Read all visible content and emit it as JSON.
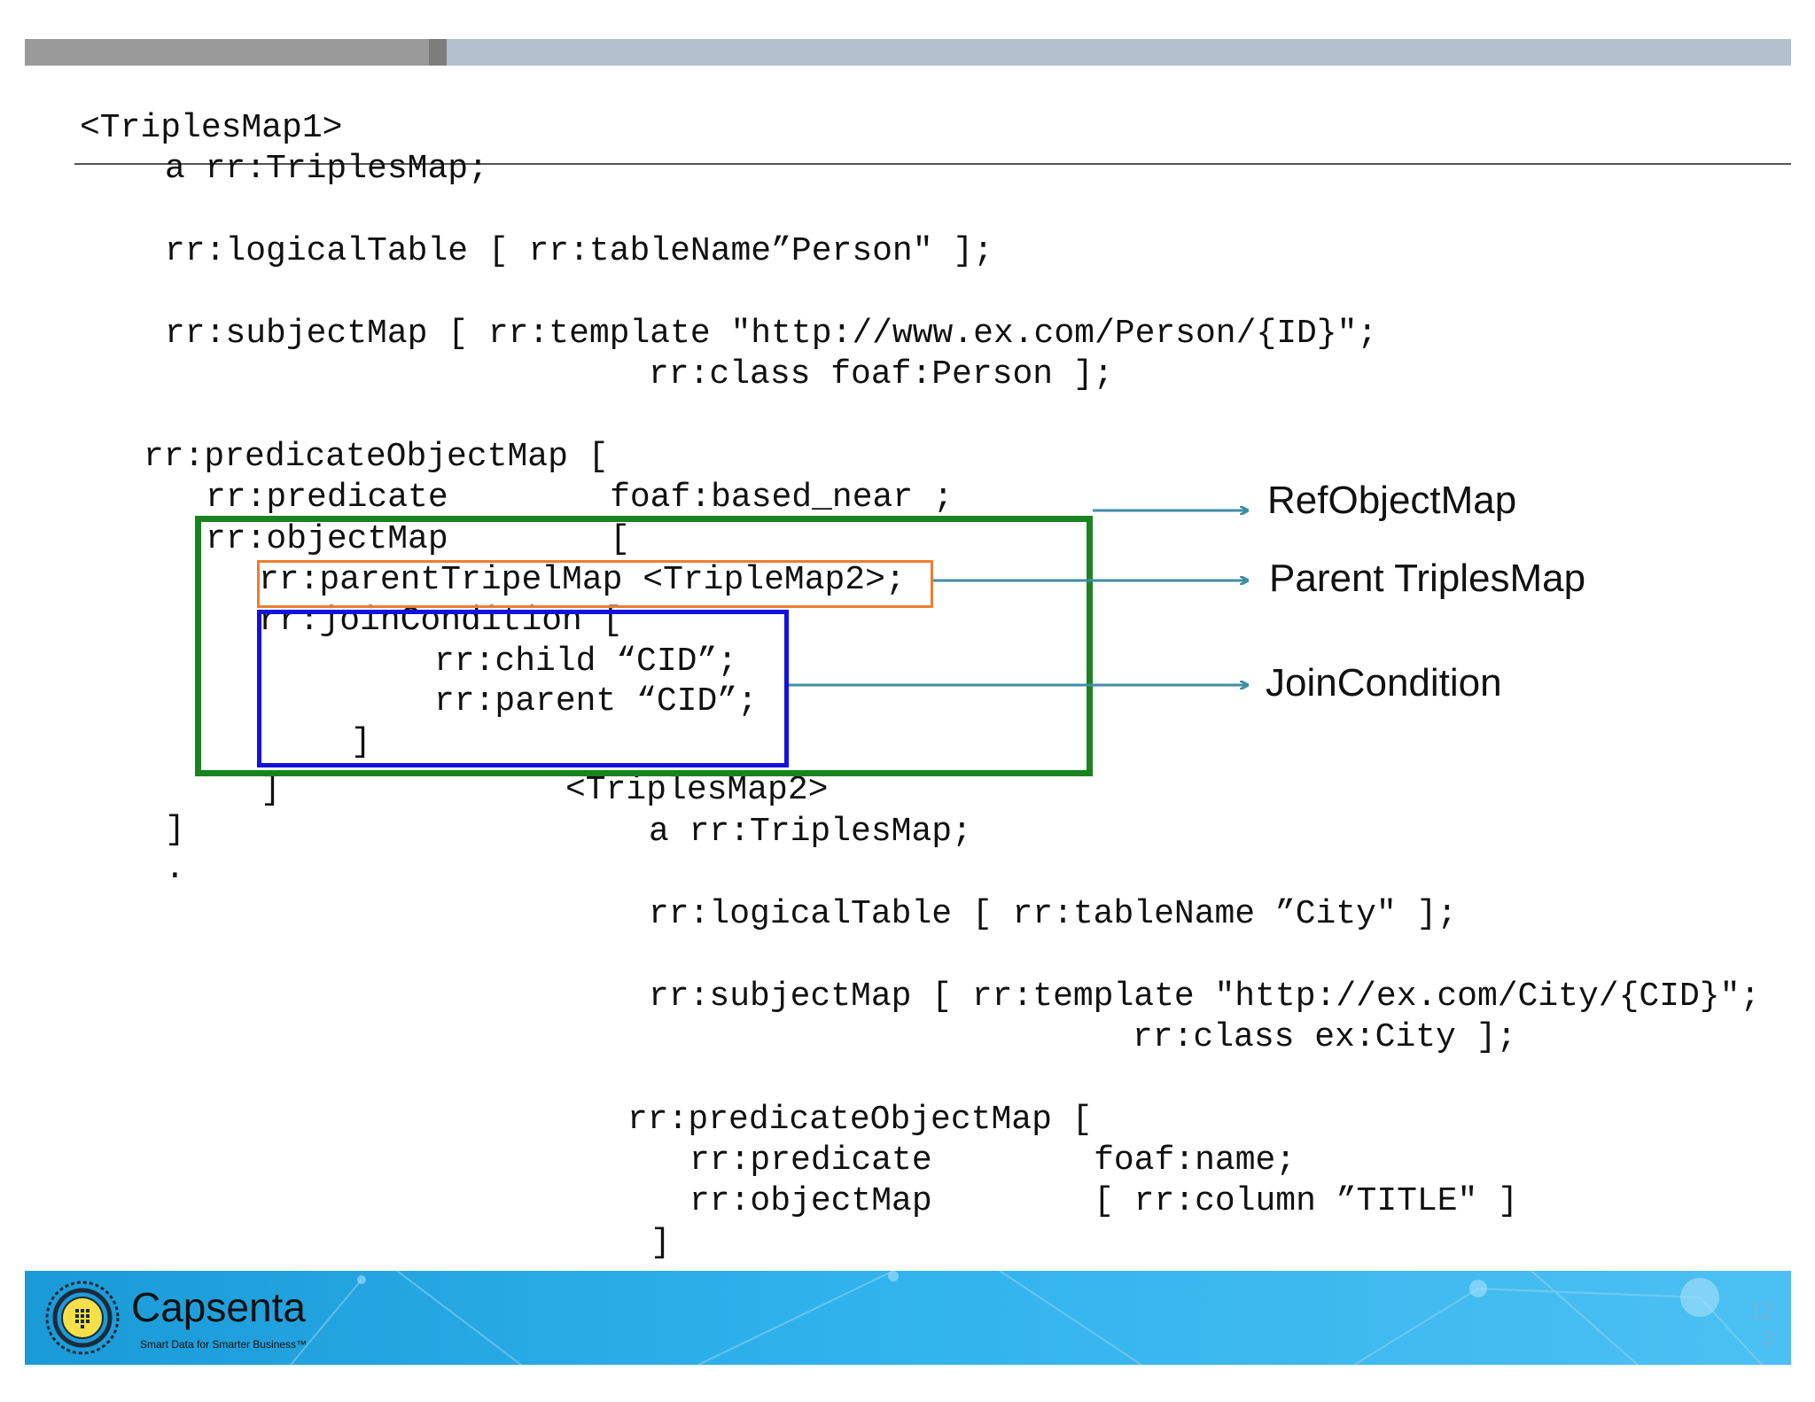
{
  "code_lines": [
    "<TriplesMap1>",
    "a rr:TriplesMap;",
    "rr:logicalTable [ rr:tableName”Person\" ];",
    "rr:subjectMap [ rr:template \"http://www.ex.com/Person/{ID}\";",
    "rr:class foaf:Person ];",
    "rr:predicateObjectMap [",
    "rr:predicate        foaf:based_near ;",
    "rr:objectMap        [",
    "rr:parentTripelMap <TripleMap2>;",
    "rr:joinCondition [",
    "rr:child “CID”;",
    "rr:parent “CID”;",
    "]",
    "]",
    "<TriplesMap2>",
    "]",
    "a rr:TriplesMap;",
    ".",
    "rr:logicalTable [ rr:tableName ”City\" ];",
    "rr:subjectMap [ rr:template \"http://ex.com/City/{CID}\";",
    "rr:class ex:City ];",
    "rr:predicateObjectMap [",
    "rr:predicate        foaf:name;",
    "rr:objectMap        [ rr:column ”TITLE\" ]",
    "]",
    "."
  ],
  "annotations": {
    "ref_object_map": "RefObjectMap",
    "parent_triples_map": "Parent TriplesMap",
    "join_condition": "JoinCondition"
  },
  "footer": {
    "brand": "Capsenta",
    "tagline": "Smart Data for Smarter Business™",
    "page_number": "12\n3"
  },
  "colors": {
    "ref_object_map_box": "#1a8320",
    "parent_triples_map_box": "#ed7d31",
    "join_condition_box": "#1111e0",
    "arrow": "#3f8ea3",
    "footer": "#2fb2ec"
  },
  "icons": {
    "logo": "capsenta-logo-icon"
  }
}
